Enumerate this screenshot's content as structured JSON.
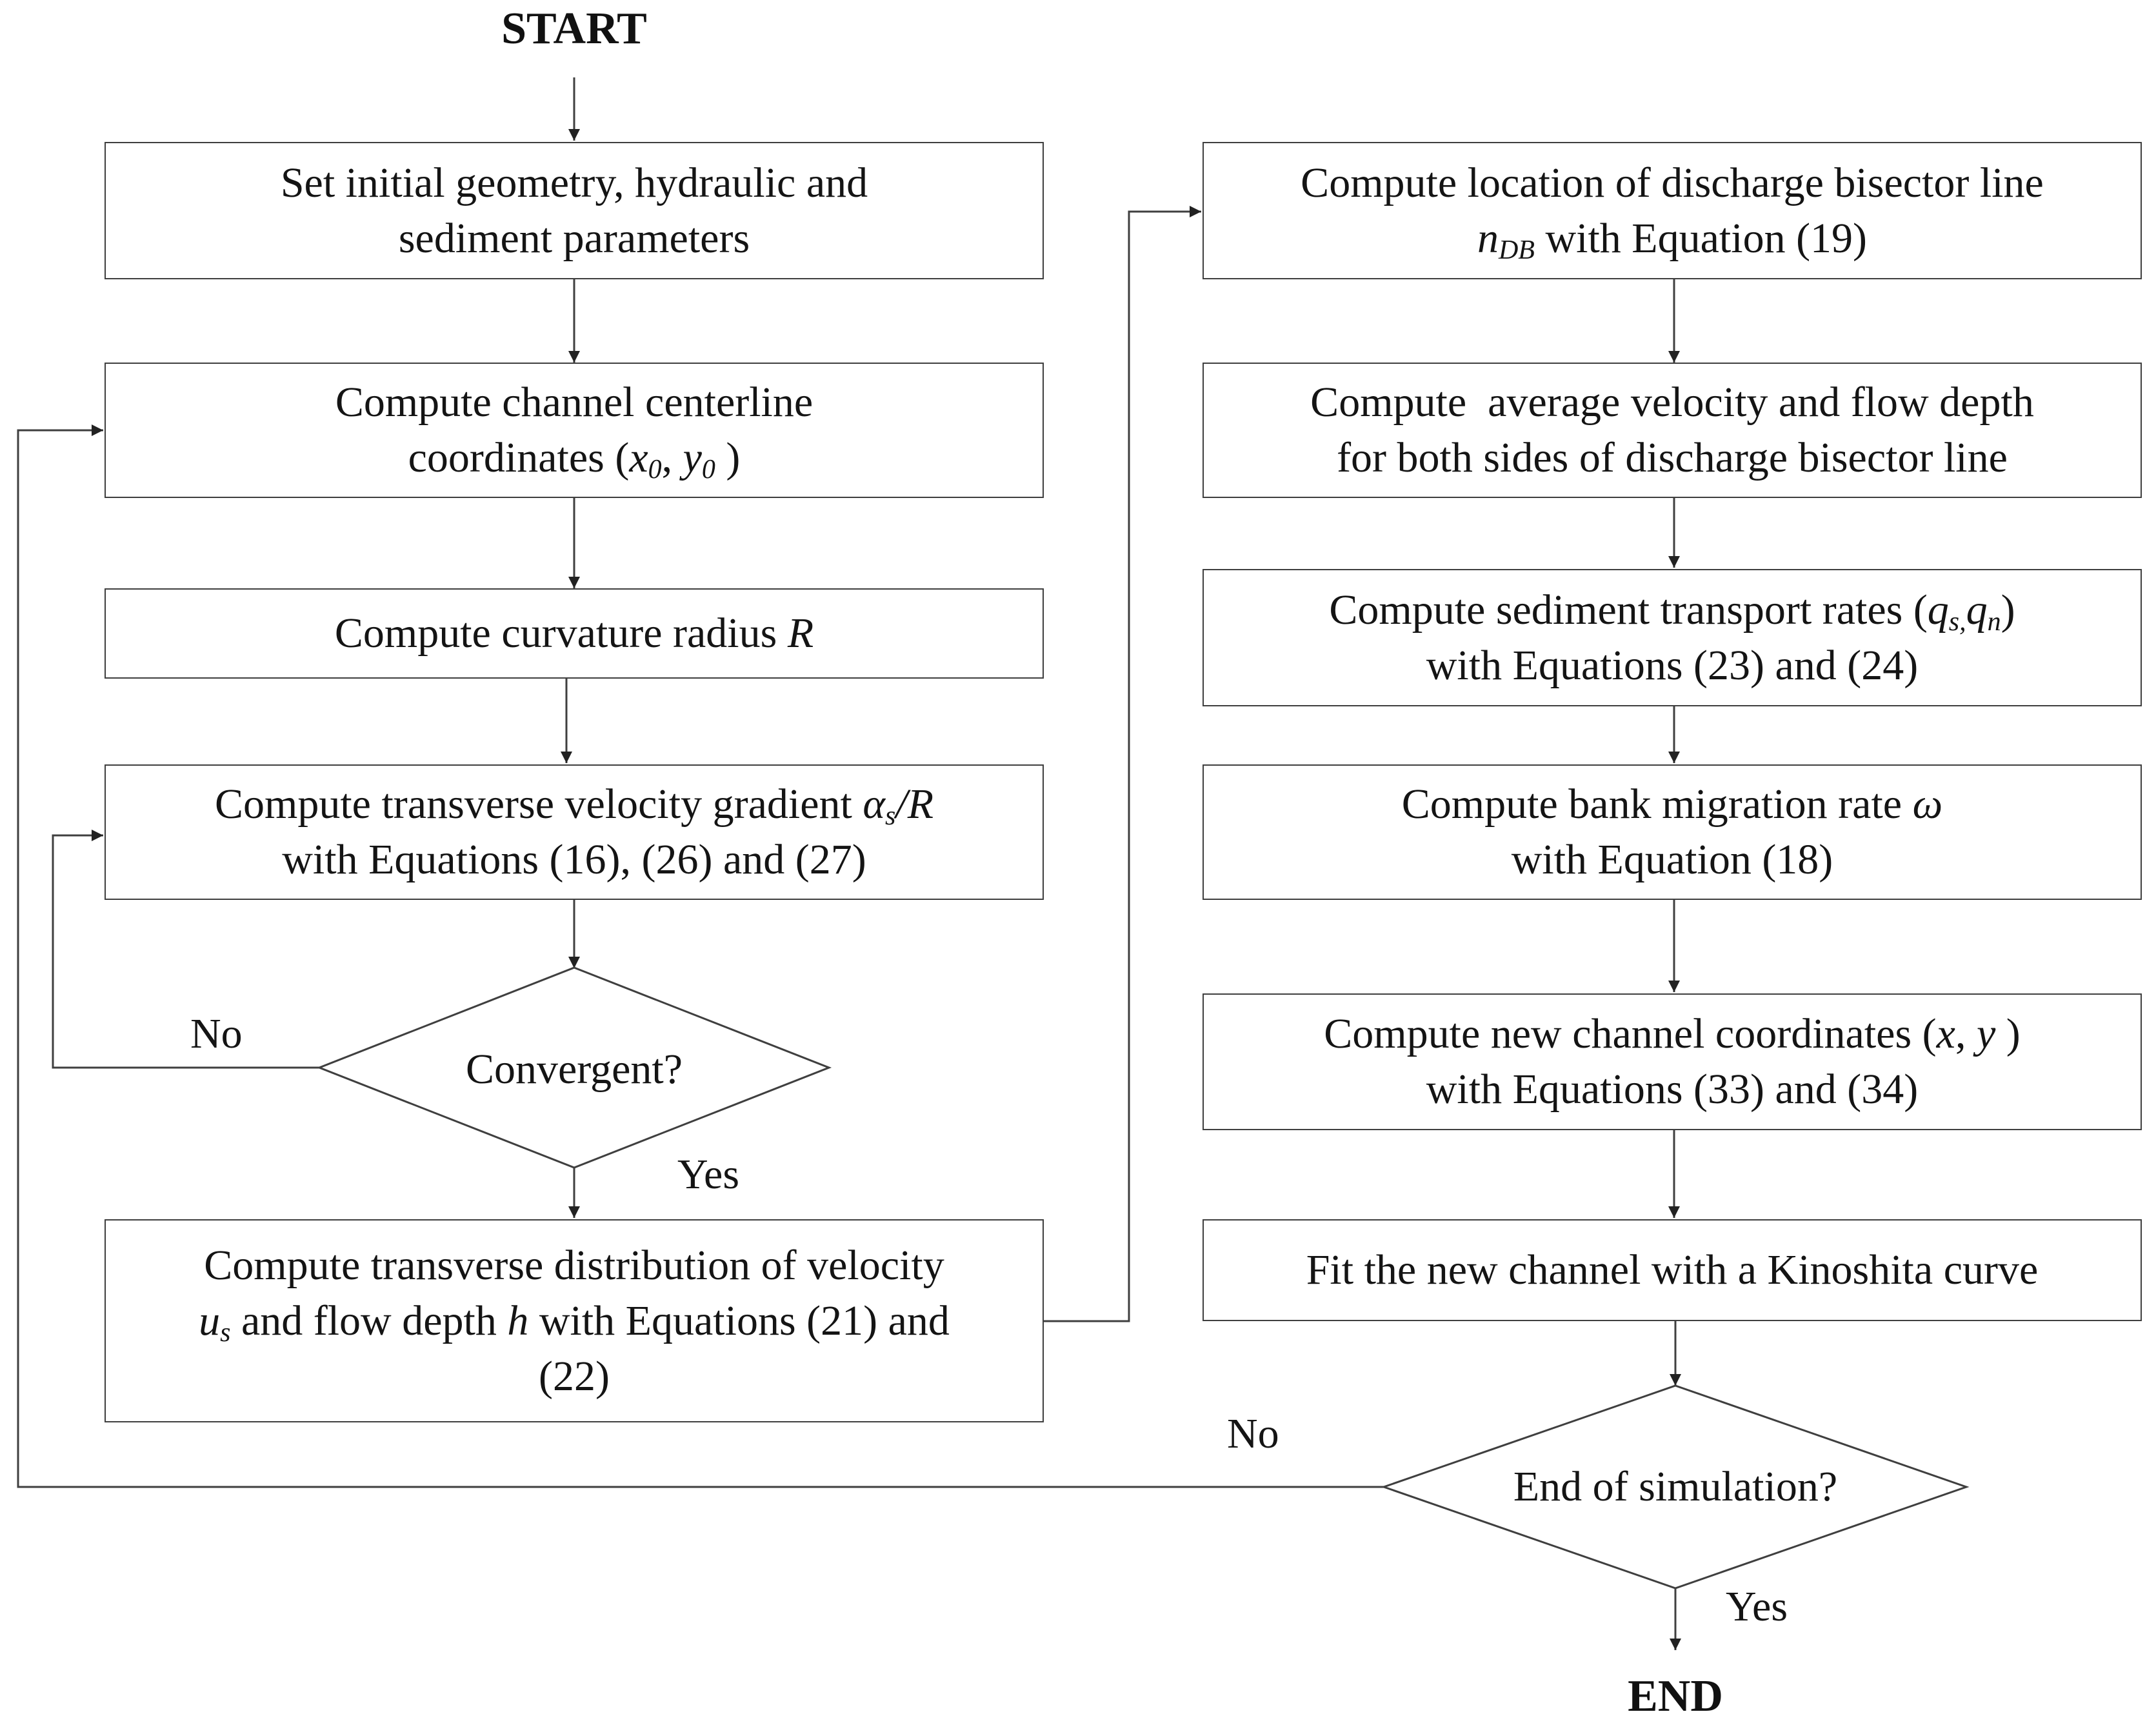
{
  "terminals": {
    "start": "START",
    "end": "END"
  },
  "left_column": {
    "set_initial": {
      "line1": "Set initial geometry, hydraulic and",
      "line2": "sediment parameters"
    },
    "centerline": {
      "line1": "Compute channel centerline",
      "line2_prefix": "coordinates (",
      "x_var": "x",
      "x_sub": "0",
      "sep": ", ",
      "y_var": "y",
      "y_sub": "0",
      "line2_suffix": " )"
    },
    "curvature": {
      "text": "Compute curvature radius ",
      "var": "R"
    },
    "velocity_gradient": {
      "line1_prefix": "Compute transverse velocity gradient ",
      "var": "α",
      "sub": "s",
      "var_suffix": "/R",
      "line2": "with Equations (16), (26) and (27)"
    },
    "convergent": {
      "text": "Convergent?",
      "no_label": "No",
      "yes_label": "Yes"
    },
    "distribution": {
      "line1": "Compute transverse distribution of velocity",
      "u_var": "u",
      "u_sub": "s",
      "line2_mid": " and flow depth ",
      "h_var": "h",
      "line2_suffix": " with Equations (21) and",
      "line3": "(22)"
    }
  },
  "right_column": {
    "bisector": {
      "line1": "Compute location of discharge bisector line",
      "var": "n",
      "sub": "DB",
      "line2_suffix": " with Equation (19)"
    },
    "avg_velocity": {
      "line1": "Compute  average velocity and flow depth",
      "line2": "for both sides of discharge bisector line"
    },
    "sediment": {
      "line1_prefix": "Compute sediment transport rates (",
      "qs_var": "q",
      "qs_sub": "s,",
      "qn_var": "q",
      "qn_sub": "n",
      "line1_suffix": ")",
      "line2": "with Equations (23) and (24)"
    },
    "bank_migration": {
      "line1_prefix": "Compute bank migration rate ",
      "var": "ω",
      "line2": "with Equation (18)"
    },
    "new_coords": {
      "line1_prefix": "Compute new channel coordinates (",
      "x_var": "x",
      "sep": ", ",
      "y_var": "y",
      "line1_suffix": " )",
      "line2": "with Equations (33) and (34)"
    },
    "kinoshita": {
      "text": "Fit the new channel with a Kinoshita curve"
    },
    "end_check": {
      "text": "End of simulation?",
      "no_label": "No",
      "yes_label": "Yes"
    }
  },
  "colors": {
    "stroke": "#3f3f3f",
    "text": "#141414",
    "background": "#ffffff"
  }
}
